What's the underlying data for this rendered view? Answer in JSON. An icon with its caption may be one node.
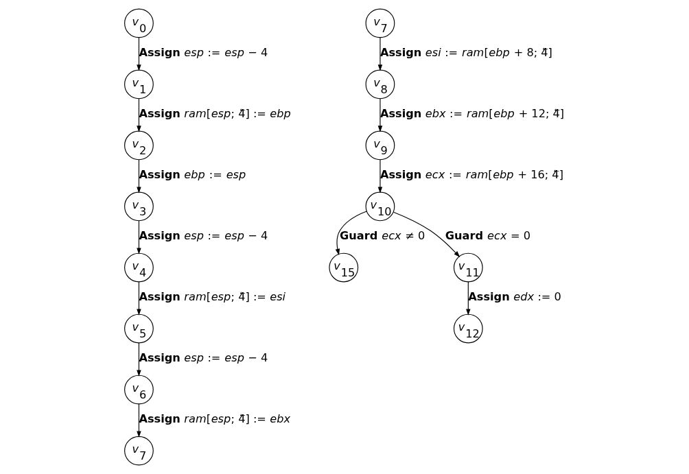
{
  "diagram": {
    "nodes": [
      {
        "text": [
          "*v*$_{0}$"
        ]
      },
      {
        "text": [
          "*v*$_{1}$"
        ]
      },
      {
        "text": [
          "*v*$_{2}$"
        ]
      },
      {
        "text": [
          "*v*$_{3}$"
        ]
      },
      {
        "text": [
          "*v*$_{4}$"
        ]
      },
      {
        "text": [
          "*v*$_{5}$"
        ]
      },
      {
        "text": [
          "*v*$_{6}$"
        ]
      },
      {
        "text": [
          "*v*$_{7}$"
        ]
      },
      {
        "text": [
          "*v*$_{7}$"
        ]
      },
      {
        "text": [
          "*v*$_{8}$"
        ]
      },
      {
        "text": [
          "*v*$_{9}$"
        ]
      },
      {
        "text": [
          "*v*$_{10}$"
        ]
      },
      {
        "text": [
          "*v*$_{15}$"
        ]
      },
      {
        "text": [
          "*v*$_{11}$"
        ]
      },
      {
        "text": [
          "*v*$_{12}$"
        ]
      }
    ],
    "edges": [
      {
        "from": 0,
        "to": 1,
        "arrow": "to",
        "label": "**Assign** *esp* := *esp* − 4"
      },
      {
        "from": 1,
        "to": 2,
        "arrow": "to",
        "label": "**Assign** *ram*[*esp*; 4⃖] := *ebp*"
      },
      {
        "from": 2,
        "to": 3,
        "arrow": "to",
        "label": "**Assign** *ebp* := *esp*"
      },
      {
        "from": 3,
        "to": 4,
        "arrow": "to",
        "label": "**Assign** *esp* := *esp* − 4"
      },
      {
        "from": 4,
        "to": 5,
        "arrow": "to",
        "label": "**Assign** *ram*[*esp*; 4⃖] := *esi*"
      },
      {
        "from": 5,
        "to": 6,
        "arrow": "to",
        "label": "**Assign** *esp* := *esp* − 4"
      },
      {
        "from": 6,
        "to": 7,
        "arrow": "to",
        "label": "**Assign** *ram*[*esp*; 4⃖] := *ebx*"
      },
      {
        "from": 8,
        "to": 9,
        "arrow": "to",
        "label": "**Assign** *esi* := *ram*[*ebp* + 8; 4⃖]"
      },
      {
        "from": 9,
        "to": 10,
        "arrow": "to",
        "label": "**Assign** *ebx* := *ram*[*ebp* + 12; 4⃖]"
      },
      {
        "from": 10,
        "to": 11,
        "arrow": "to",
        "label": "**Assign** *ecx* := *ram*[*ebp* + 16; 4⃖]"
      },
      {
        "from": 11,
        "to": 12,
        "arrow": "to",
        "label": "**Guard** *ecx* ≠ 0"
      },
      {
        "from": 11,
        "to": 13,
        "arrow": "to",
        "label": "**Guard** *ecx* = 0"
      },
      {
        "from": 13,
        "to": 14,
        "arrow": "to",
        "label": "**Assign** *edx* := 0"
      }
    ]
  }
}
